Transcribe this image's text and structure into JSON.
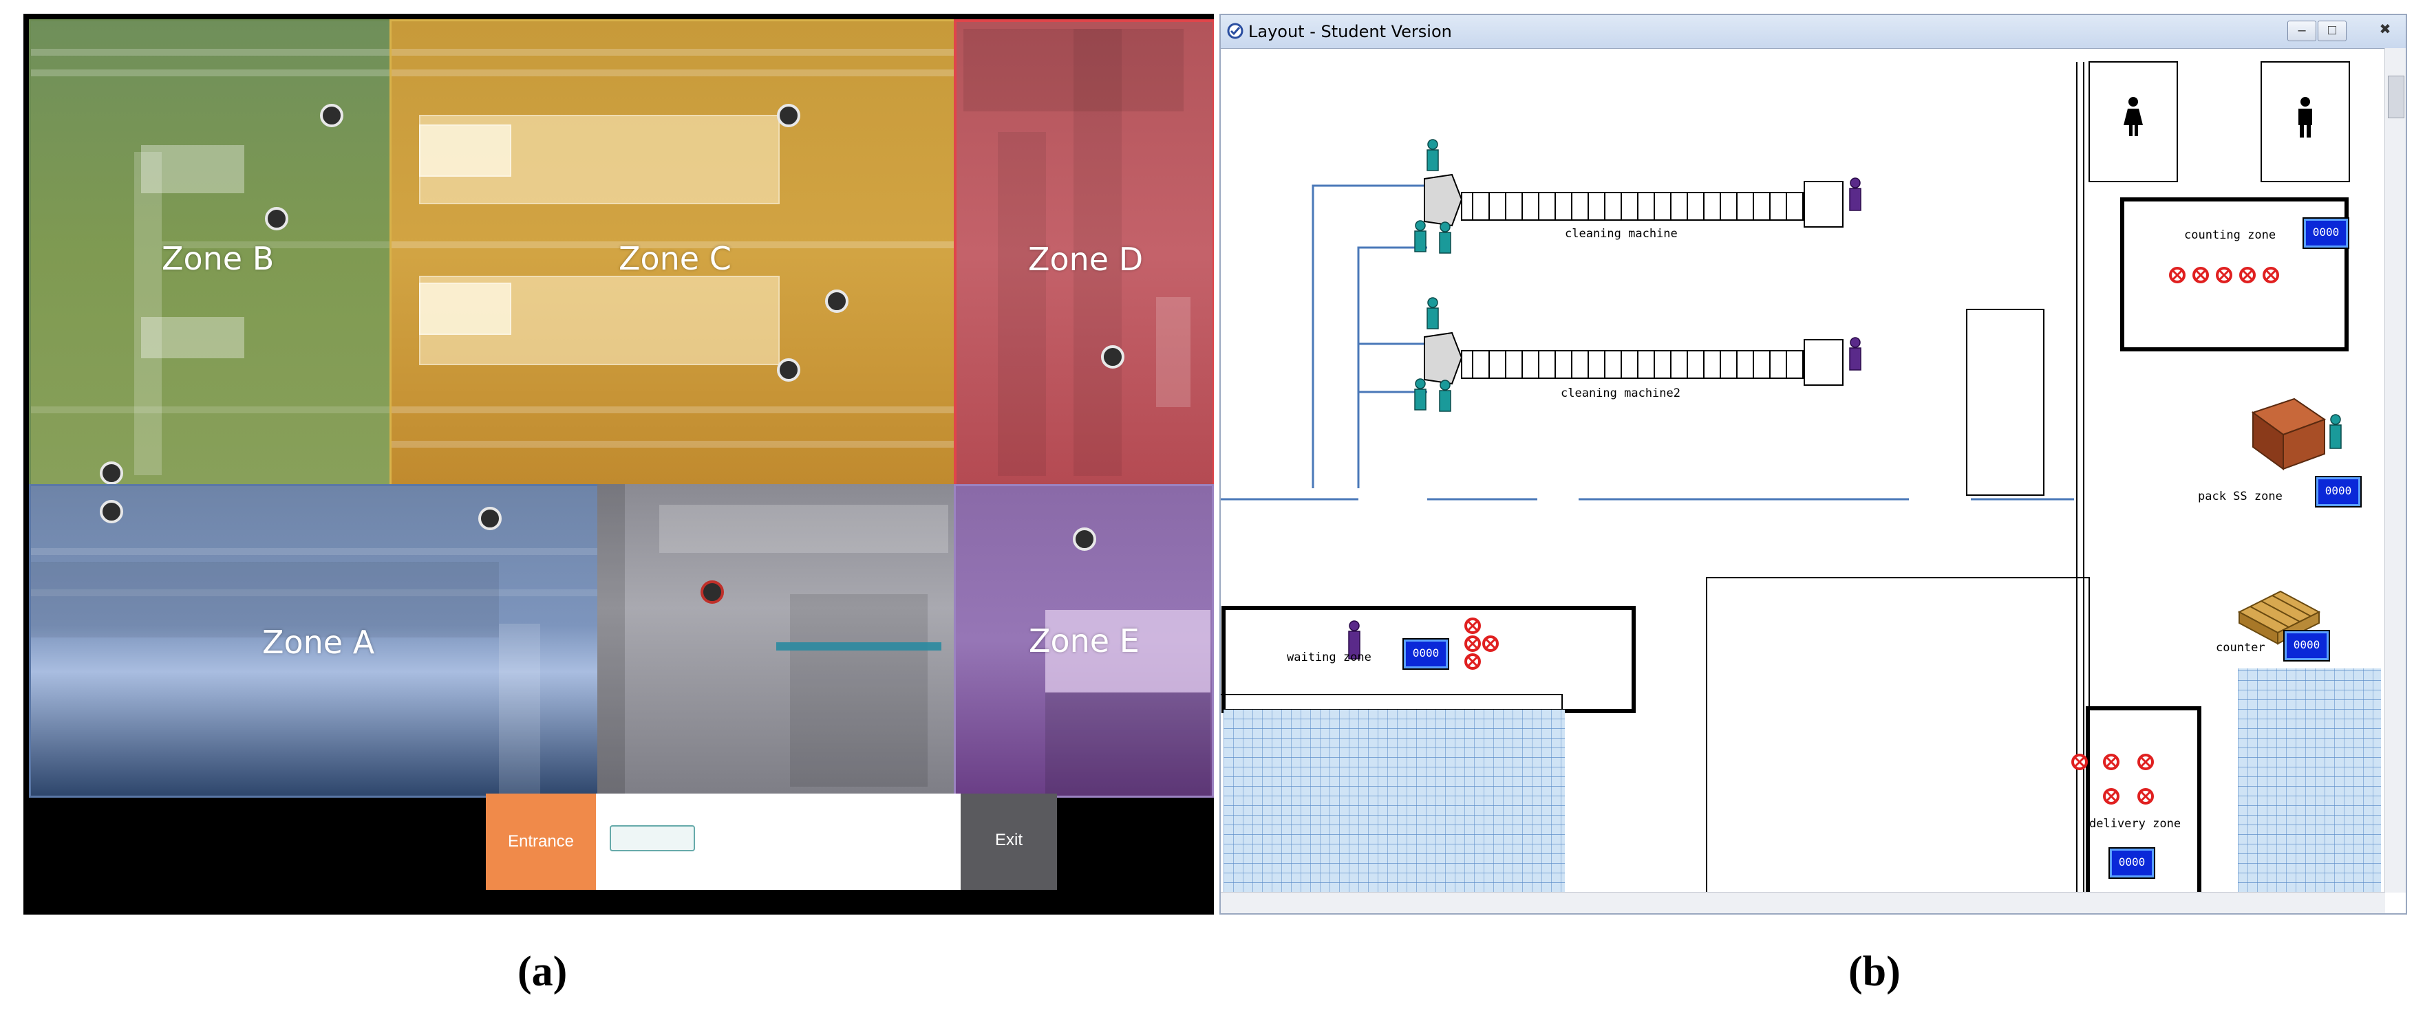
{
  "panel_a": {
    "zones": [
      {
        "id": "B",
        "label": "Zone B",
        "color": "#7f9a52"
      },
      {
        "id": "C",
        "label": "Zone C",
        "color": "#d2a443"
      },
      {
        "id": "D",
        "label": "Zone D",
        "color": "#c4626a"
      },
      {
        "id": "A",
        "label": "Zone A",
        "color": "#7d95bd"
      },
      {
        "id": "E",
        "label": "Zone E",
        "color": "#9676b6"
      }
    ],
    "entrance_label": "Entrance",
    "exit_label": "Exit",
    "entrance_color": "#f08a4a"
  },
  "panel_b": {
    "window_title": "Layout - Student Version",
    "icons": {
      "app": "layout-app-icon",
      "minimize": "minimize-icon",
      "maximize": "maximize-icon",
      "close": "close-icon",
      "female_restroom": "female-person-icon",
      "male_restroom": "male-person-icon",
      "desk": "desk-icon",
      "pallet": "pallet-icon",
      "item_marker": "red-x-marker-icon",
      "worker": "worker-icon"
    },
    "machines": [
      {
        "label": "cleaning machine"
      },
      {
        "label": "cleaning machine2"
      }
    ],
    "zones": {
      "counting_zone": {
        "label": "counting zone",
        "counter": "0000"
      },
      "pack_ss_zone": {
        "label": "pack SS zone",
        "counter": "0000"
      },
      "counter": {
        "label": "counter",
        "counter": "0000"
      },
      "waiting_zone": {
        "label": "waiting zone",
        "counter": "0000"
      },
      "delivery_zone": {
        "label": "delivery zone",
        "counter": "0000"
      }
    },
    "counter_color": "#0a28d8",
    "marker_color": "#e02020"
  },
  "captions": {
    "a": "(a)",
    "b": "(b)"
  }
}
